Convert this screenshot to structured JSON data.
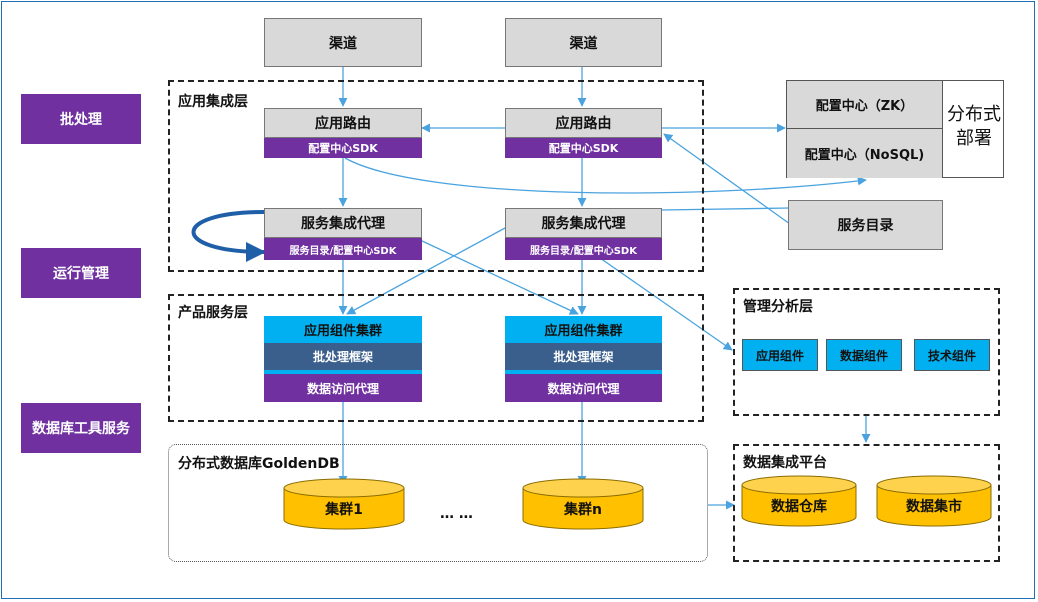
{
  "side_buttons": {
    "batch": "批处理",
    "ops": "运行管理",
    "db_tools": "数据库工具服务"
  },
  "channels": [
    "渠道",
    "渠道"
  ],
  "app_layer": {
    "title": "应用集成层",
    "routers": [
      {
        "name": "应用路由",
        "sdk": "配置中心SDK"
      },
      {
        "name": "应用路由",
        "sdk": "配置中心SDK"
      }
    ],
    "proxies": [
      {
        "name": "服务集成代理",
        "sdk": "服务目录/配置中心SDK"
      },
      {
        "name": "服务集成代理",
        "sdk": "服务目录/配置中心SDK"
      }
    ]
  },
  "config_center": {
    "zk": "配置中心（ZK）",
    "nosql": "配置中心（NoSQL)",
    "deploy_line1": "分布式",
    "deploy_line2": "部署"
  },
  "service_catalog": "服务目录",
  "product_layer": {
    "title": "产品服务层",
    "clusters": [
      {
        "name": "应用组件集群",
        "batch": "批处理框架",
        "dap": "数据访问代理"
      },
      {
        "name": "应用组件集群",
        "batch": "批处理框架",
        "dap": "数据访问代理"
      }
    ]
  },
  "mgmt_layer": {
    "title": "管理分析层",
    "items": [
      "应用组件",
      "数据组件",
      "技术组件"
    ]
  },
  "db_layer": {
    "title": "分布式数据库GoldenDB",
    "cluster1": "集群1",
    "ellipsis": "… …",
    "clustern": "集群n"
  },
  "integration_platform": {
    "title": "数据集成平台",
    "warehouse": "数据仓库",
    "mart": "数据集市"
  },
  "colors": {
    "purple": "#7030a0",
    "cyan": "#00b0f0",
    "steel": "#3a5f8c",
    "gray": "#d9d9d9",
    "gold": "#ffc000",
    "line": "#4aa3df",
    "loop": "#1f5fa8"
  }
}
